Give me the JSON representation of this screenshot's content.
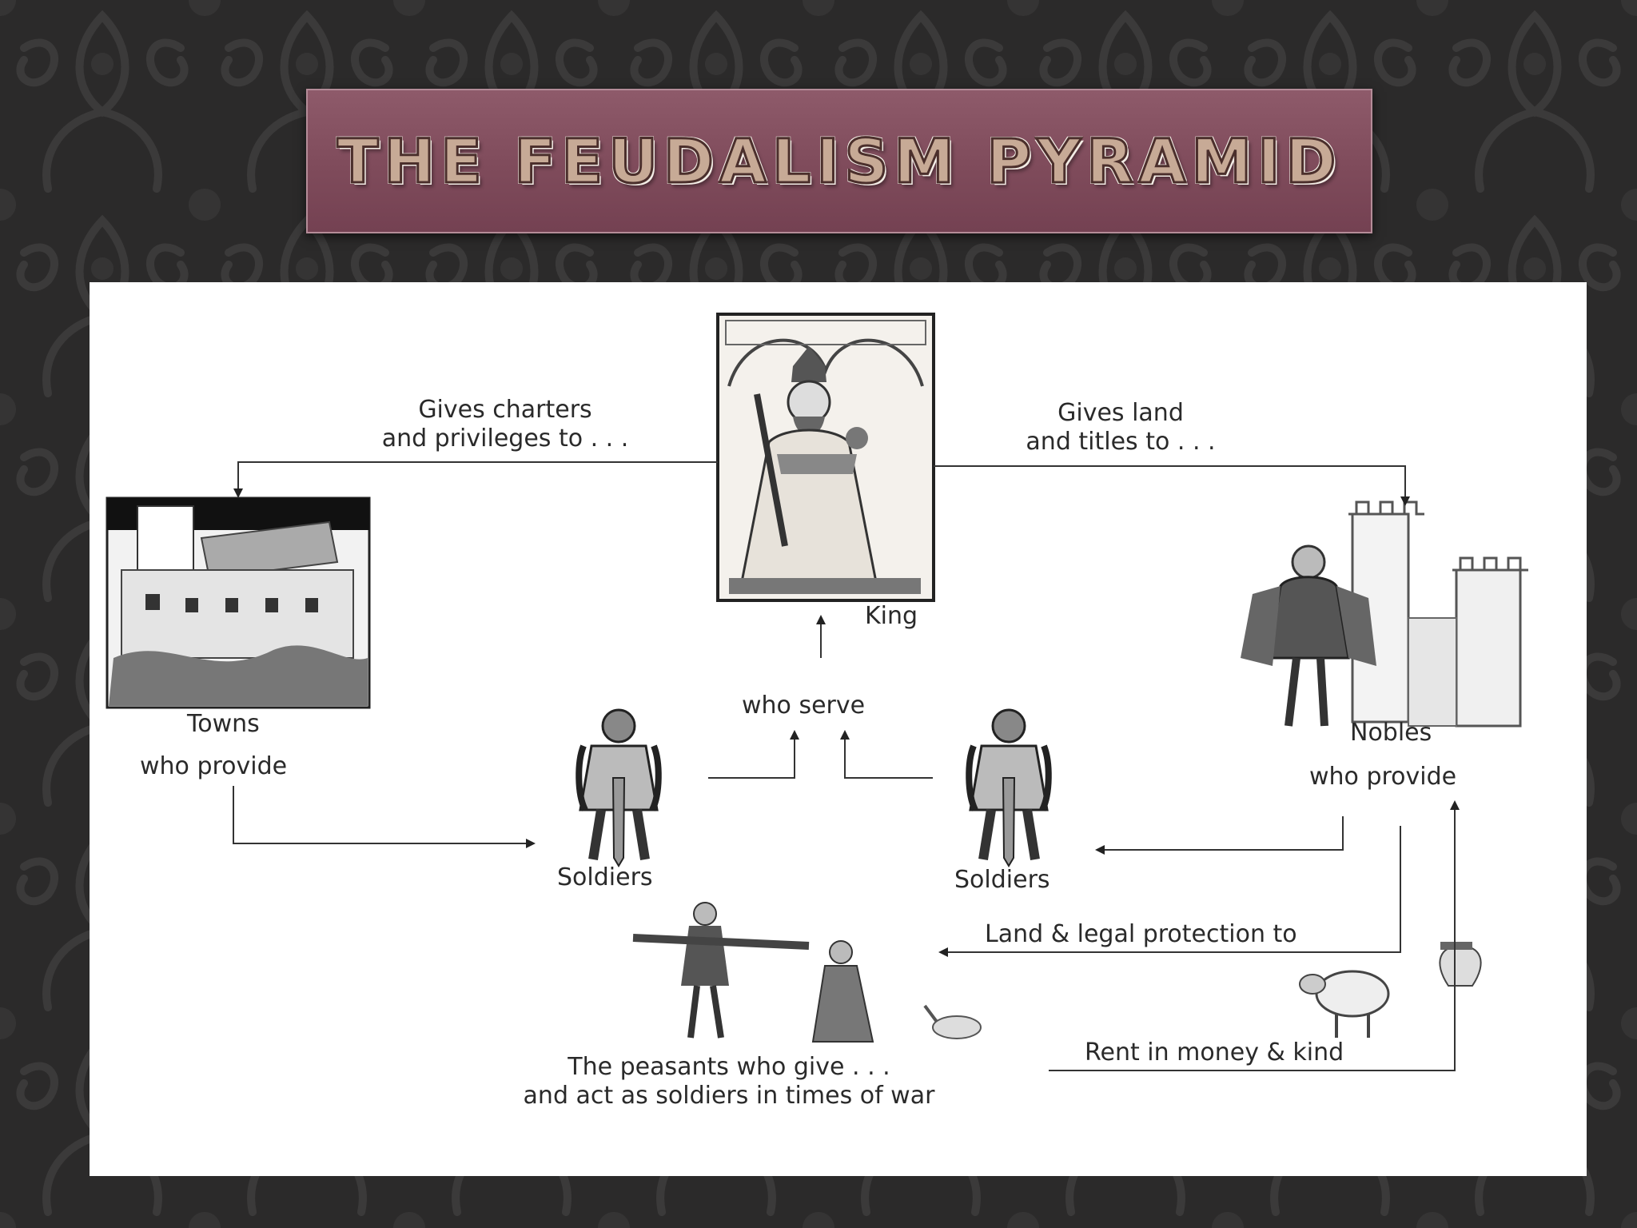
{
  "slide": {
    "title": "THE FEUDALISM PYRAMID"
  },
  "diagram": {
    "nodes": {
      "king": "King",
      "towns": "Towns",
      "nobles": "Nobles",
      "soldiers_left": "Soldiers",
      "soldiers_right": "Soldiers",
      "peasants_line1": "The peasants who give . . .",
      "peasants_line2": "and act as soldiers in times of war"
    },
    "edges": {
      "king_to_towns_line1": "Gives charters",
      "king_to_towns_line2": "and privileges to . . .",
      "king_to_nobles_line1": "Gives land",
      "king_to_nobles_line2": "and titles to . . .",
      "soldiers_to_king": "who serve",
      "towns_provide": "who provide",
      "nobles_provide": "who provide",
      "nobles_to_peasants": "Land & legal protection to",
      "peasants_to_nobles": "Rent in money & kind"
    }
  }
}
